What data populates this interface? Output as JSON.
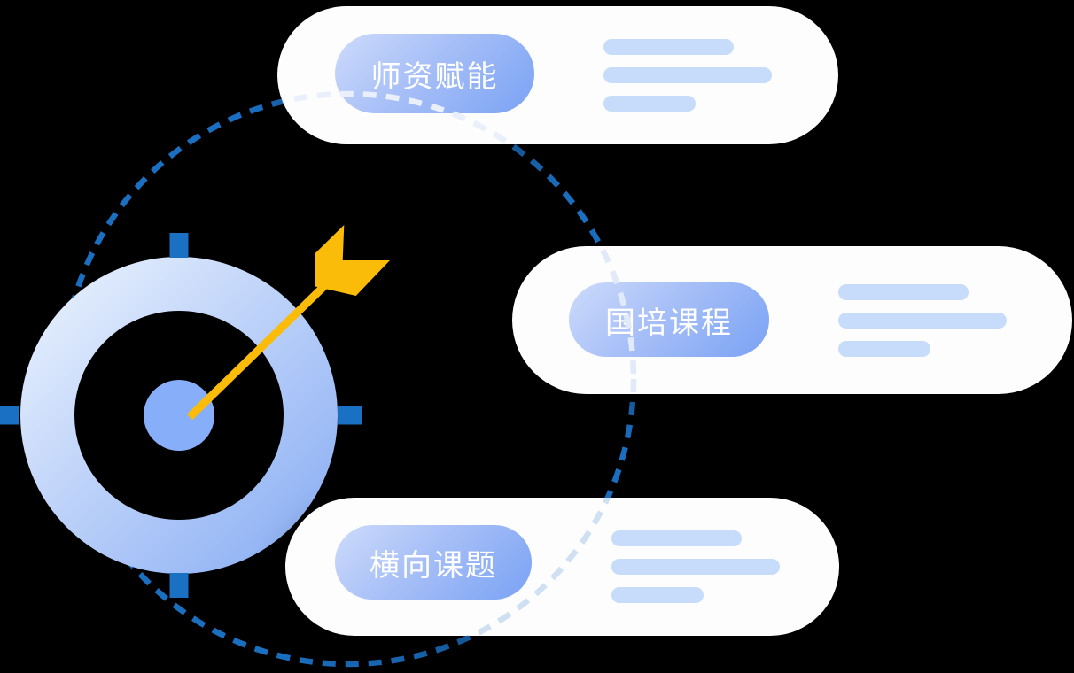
{
  "canvas": {
    "background_color": "#000000",
    "card_color": "#ffffff"
  },
  "target": {
    "description": "bullseye-target-with-arrow",
    "ring_gradient_start": "#e4eefd",
    "ring_gradient_end": "#8db0f4",
    "dot_color": "#86aef9",
    "tick_color": "#1a70c2",
    "arrow_color": "#fbbc09"
  },
  "dashed_circle": {
    "color": "#1b6fc1",
    "faint_color_over_cards": "#dde9f7"
  },
  "pill": {
    "gradient_start": "#cddbfb",
    "gradient_end": "#7aa2f4",
    "text_color": "#ffffff"
  },
  "placeholder_line_color": "#c7dcfb",
  "cards": [
    {
      "label": "师资赋能",
      "placeholder_lines": 3
    },
    {
      "label": "国培课程",
      "placeholder_lines": 3
    },
    {
      "label": "横向课题",
      "placeholder_lines": 3
    }
  ]
}
